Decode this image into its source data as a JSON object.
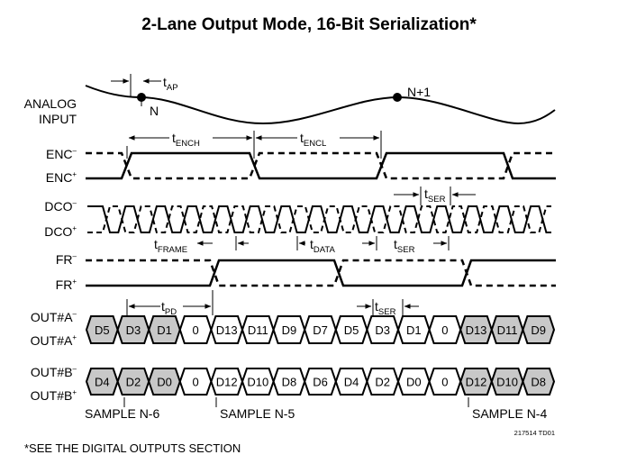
{
  "title": "2-Lane Output Mode, 16-Bit Serialization*",
  "footnote": "*SEE THE DIGITAL OUTPUTS SECTION",
  "figure_id": "217514 TD01",
  "signals": {
    "analog": [
      "ANALOG",
      "INPUT"
    ],
    "enc_minus": "ENC",
    "enc_plus": "ENC",
    "dco_minus": "DCO",
    "dco_plus": "DCO",
    "fr_minus": "FR",
    "fr_plus": "FR",
    "outa_minus": "OUT#A",
    "outa_plus": "OUT#A",
    "outb_minus": "OUT#B",
    "outb_plus": "OUT#B",
    "minus_sup": "–",
    "plus_sup": "+"
  },
  "samples": {
    "n": "N",
    "n1": "N+1"
  },
  "timing": {
    "tap": {
      "base": "t",
      "sub": "AP"
    },
    "tench": {
      "base": "t",
      "sub": "ENCH"
    },
    "tencl": {
      "base": "t",
      "sub": "ENCL"
    },
    "tser": {
      "base": "t",
      "sub": "SER"
    },
    "tframe": {
      "base": "t",
      "sub": "FRAME"
    },
    "tdata": {
      "base": "t",
      "sub": "DATA"
    },
    "tpd": {
      "base": "t",
      "sub": "PD"
    }
  },
  "bus_a": [
    "D5",
    "D3",
    "D1",
    "0",
    "D13",
    "D11",
    "D9",
    "D7",
    "D5",
    "D3",
    "D1",
    "0",
    "D13",
    "D11",
    "D9"
  ],
  "bus_b": [
    "D4",
    "D2",
    "D0",
    "0",
    "D12",
    "D10",
    "D8",
    "D6",
    "D4",
    "D2",
    "D0",
    "0",
    "D12",
    "D10",
    "D8"
  ],
  "sample_labels": [
    "SAMPLE N-6",
    "SAMPLE N-5",
    "SAMPLE N-4"
  ]
}
